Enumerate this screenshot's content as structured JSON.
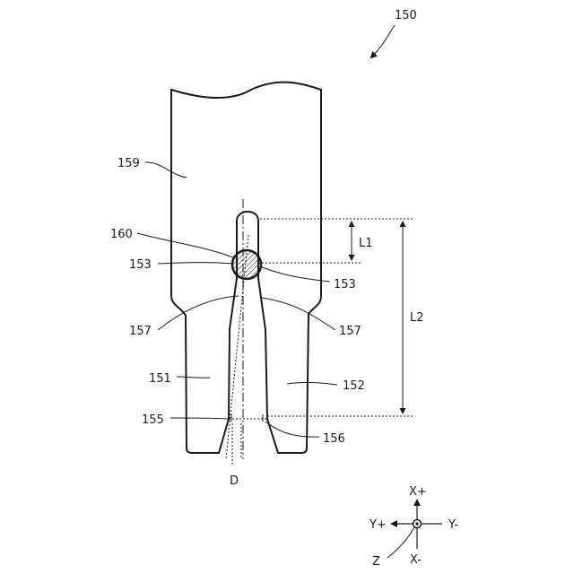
{
  "figure": {
    "ref_main": "150",
    "ref_upper_body": "159",
    "ref_pin": "160",
    "ref_edge_left": "153",
    "ref_edge_right": "153",
    "ref_taper_left": "157",
    "ref_taper_right": "157",
    "ref_left_arm": "151",
    "ref_right_arm": "152",
    "ref_tip_left": "155",
    "ref_tip_right": "156",
    "dim_short": "L1",
    "dim_long": "L2",
    "offset_label": "D"
  },
  "axes": {
    "x_plus": "X+",
    "x_minus": "X-",
    "y_plus": "Y+",
    "y_minus": "Y-",
    "z": "Z"
  }
}
